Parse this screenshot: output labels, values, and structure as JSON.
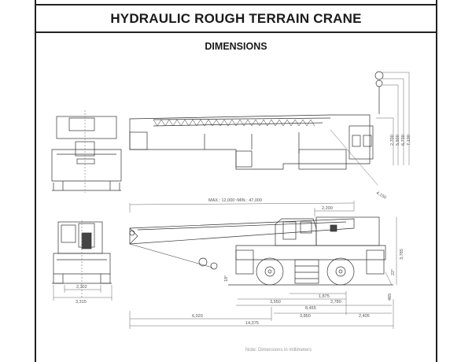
{
  "header": {
    "title": "HYDRAULIC ROUGH TERRAIN CRANE",
    "subtitle": "DIMENSIONS"
  },
  "top_view": {
    "boom_height_dims": [
      "2,700",
      "5,500",
      "6,730",
      "7,130"
    ],
    "swing_radius": "4,150"
  },
  "side_view": {
    "boom_length_range": "MAX.: 12,000~MIN.: 47,000",
    "rear_overhang": "2,200",
    "overall_height": "3,785",
    "departure_angle": "22°",
    "approach_angle": "18°",
    "ground_clearance": "465",
    "wheelbase_dims": {
      "front_axle_to_center": "3,550",
      "center_to_rear": "2,780",
      "rear_inner": "1,875",
      "outrigger_span": "8,455",
      "wheelbase": "3,850",
      "rear_to_end": "2,405",
      "boom_overhang": "6,020",
      "overall_length": "14,375"
    }
  },
  "front_view": {
    "tread": "2,302",
    "overall_width": "3,315"
  },
  "footer": {
    "note": "Note: Dimensions in millimeters"
  }
}
